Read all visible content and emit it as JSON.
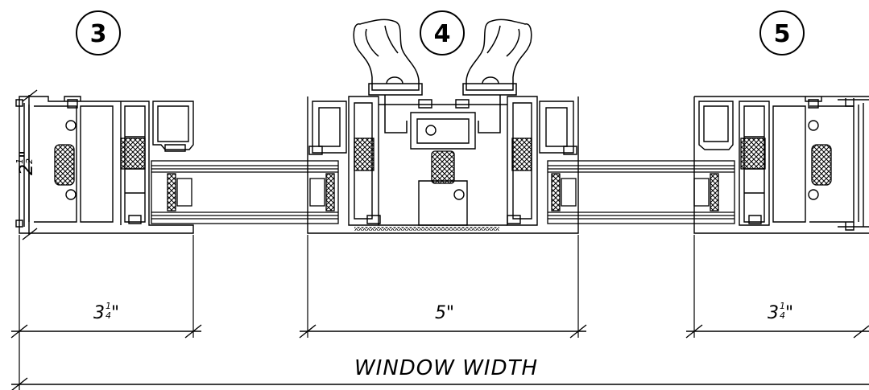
{
  "diagram": {
    "detail_numbers": [
      "3",
      "4",
      "5"
    ],
    "height_dimension": {
      "whole": "2",
      "num": "1",
      "den": "2",
      "inch": "\""
    },
    "dimensions": {
      "left": {
        "whole": "3",
        "num": "1",
        "den": "4",
        "inch": "\""
      },
      "center": {
        "text": "5\""
      },
      "right": {
        "whole": "3",
        "num": "1",
        "den": "4",
        "inch": "\""
      }
    },
    "overall_label": "WINDOW WIDTH"
  }
}
